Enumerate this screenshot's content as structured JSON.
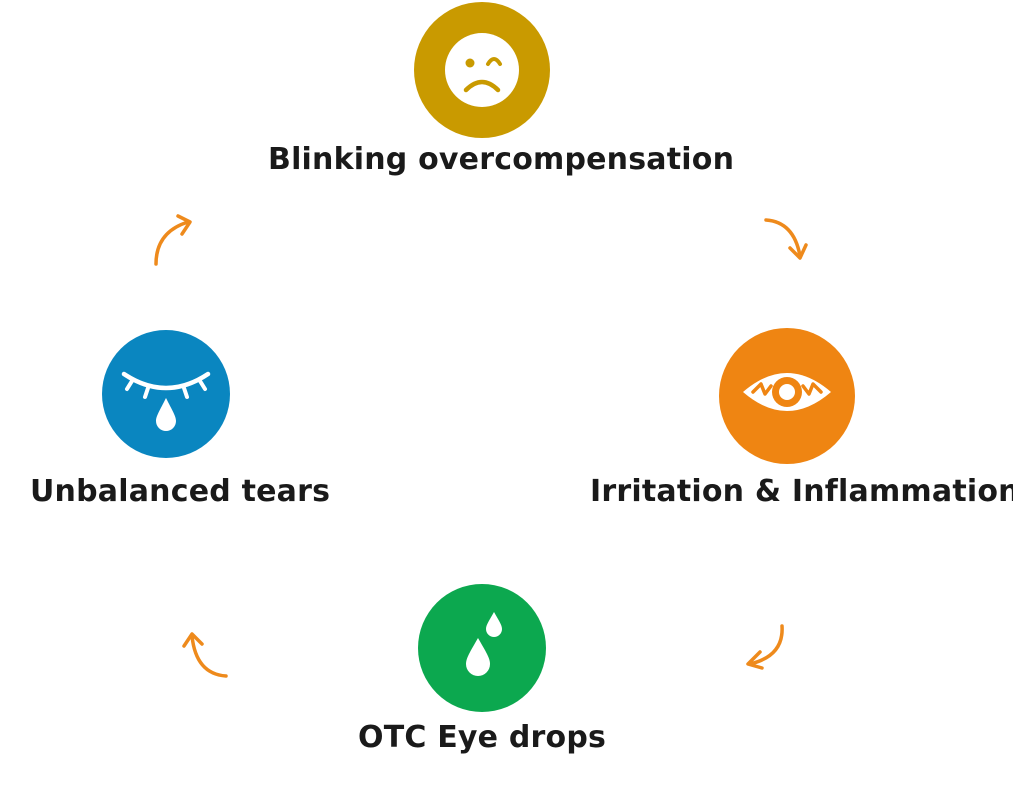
{
  "colors": {
    "blinking": "#C99A00",
    "irritation": "#EF8512",
    "otc": "#0CA84F",
    "tears": "#0A86C0",
    "arrow": "#EE8A1C",
    "icon": "#FFFFFF"
  },
  "nodes": {
    "blinking": {
      "label": "Blinking overcompensation",
      "icon": "winking-sad-face-icon"
    },
    "irritation": {
      "label": "Irritation & Inflammation",
      "icon": "irritated-eye-icon"
    },
    "otc": {
      "label": "OTC Eye drops",
      "icon": "eye-drops-icon"
    },
    "tears": {
      "label": "Unbalanced tears",
      "icon": "crying-closed-eye-icon"
    }
  },
  "cycle_order": [
    "blinking",
    "irritation",
    "otc",
    "tears"
  ]
}
